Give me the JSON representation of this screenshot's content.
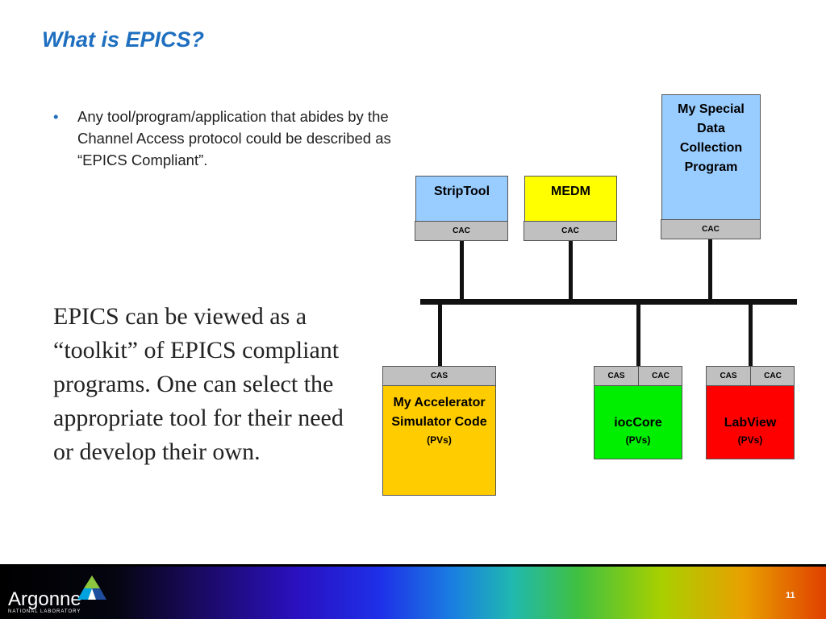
{
  "slide": {
    "title": "What is EPICS?",
    "bullet_char": "•",
    "bullet_text": "Any tool/program/application that abides by the Channel Access protocol could be described as “EPICS Compliant”.",
    "body_text": "EPICS can be viewed as a “toolkit” of EPICS compliant programs. One can select the appropriate tool for their need or develop their own.",
    "page_number": "11"
  },
  "diagram": {
    "clients": [
      {
        "name": "StripTool",
        "interface": "CAC",
        "color": "#99ccff"
      },
      {
        "name": "MEDM",
        "interface": "CAC",
        "color": "#ffff00"
      },
      {
        "name": "My Special Data Collection Program",
        "interface": "CAC",
        "color": "#99ccff"
      }
    ],
    "servers": [
      {
        "name": "My Accelerator Simulator Code",
        "sub": "(PVs)",
        "interfaces": [
          "CAS"
        ],
        "color": "#ffcc00"
      },
      {
        "name": "iocCore",
        "sub": "(PVs)",
        "interfaces": [
          "CAS",
          "CAC"
        ],
        "color": "#00ee00"
      },
      {
        "name": "LabView",
        "sub": "(PVs)",
        "interfaces": [
          "CAS",
          "CAC"
        ],
        "color": "#ff0000"
      }
    ]
  },
  "footer": {
    "logo_text": "Argonne",
    "logo_subtext": "NATIONAL LABORATORY",
    "logo_icon": "argonne-triangle-logo-icon",
    "gradient": [
      "#000000",
      "#2a10c0",
      "#1a80e0",
      "#40c040",
      "#e8a000",
      "#e04000"
    ]
  }
}
